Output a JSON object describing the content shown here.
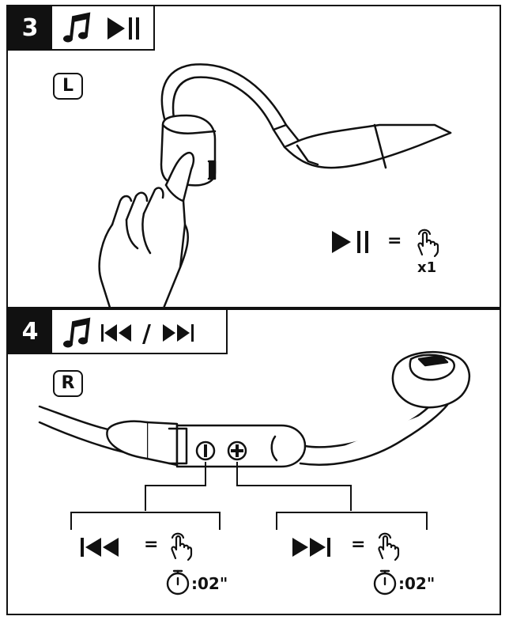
{
  "step3": {
    "number": "3",
    "side": "L",
    "tap_count": "x1"
  },
  "step4": {
    "number": "4",
    "side": "R",
    "title_separator": "/",
    "duration": ":02\""
  },
  "equals": "=",
  "icons": {
    "music": "music-note-icon",
    "play_pause": "play-pause-icon",
    "previous": "previous-track-icon",
    "next": "next-track-icon",
    "tap": "tap-finger-icon",
    "timer": "stopwatch-icon",
    "minus_button": "minus-button-icon",
    "plus_button": "plus-button-icon"
  }
}
